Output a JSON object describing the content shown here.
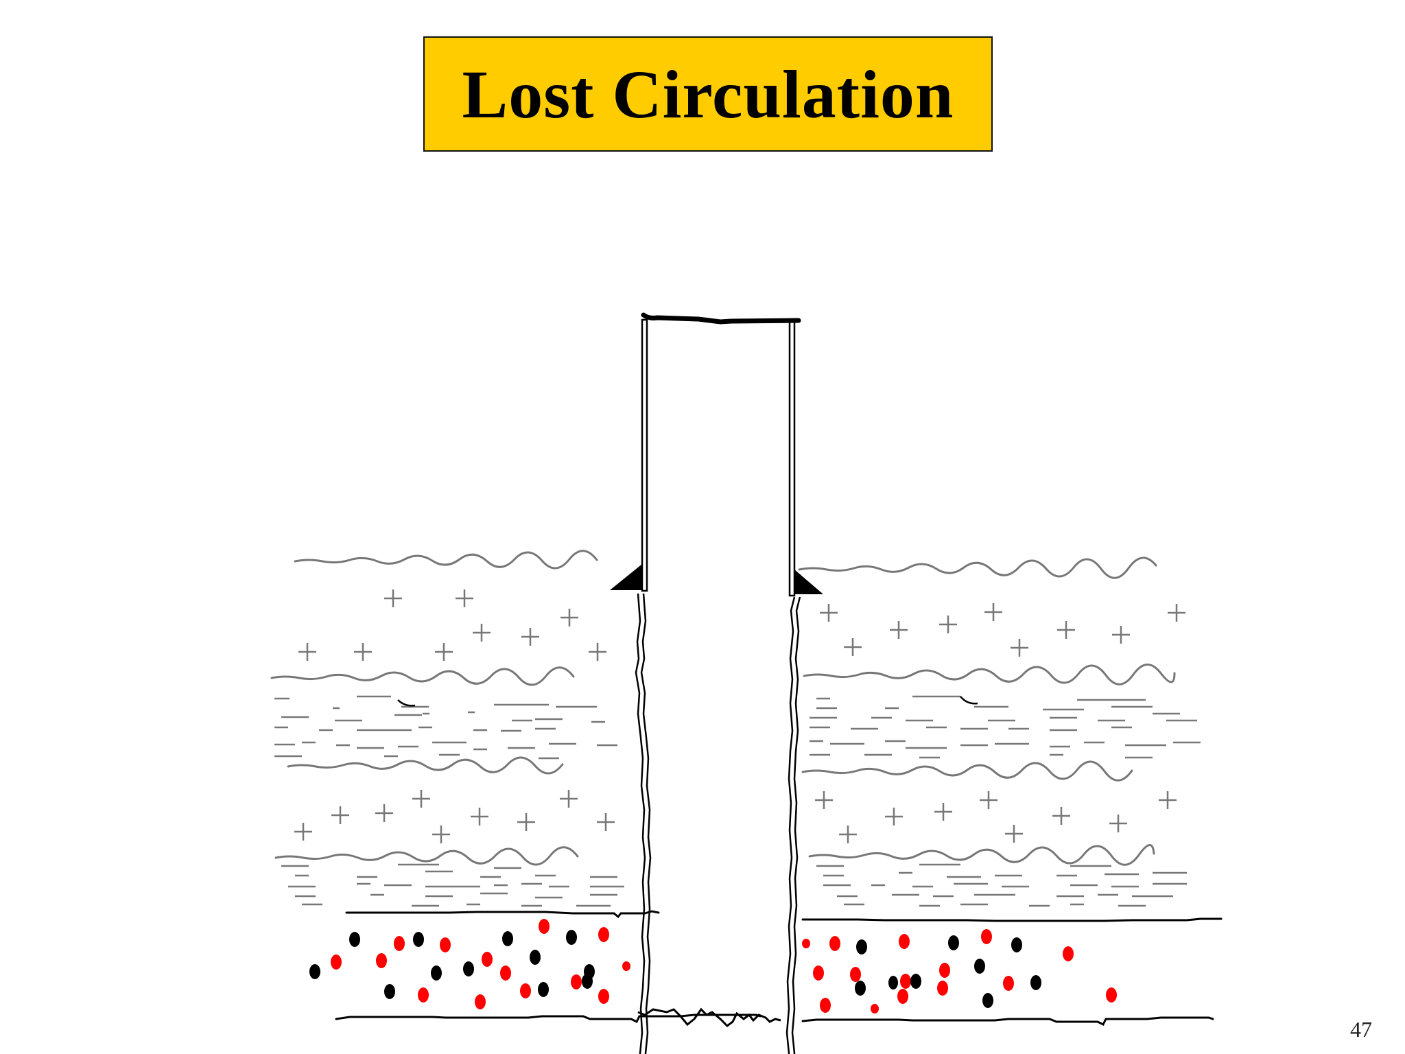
{
  "slide": {
    "title": "Lost Circulation",
    "page_number": "47"
  },
  "colors": {
    "title_fill": "#ffcc00",
    "formation_line": "#777777",
    "casing": "#000000",
    "particle_red": "#ff0000",
    "particle_black": "#000000"
  },
  "diagram": {
    "elements": [
      "casing-string",
      "casing-shoe-left",
      "casing-shoe-right",
      "open-hole-wall-left",
      "open-hole-wall-right",
      "hole-bottom",
      "crystalline-layer-upper",
      "shale-layer-upper",
      "crystalline-layer-lower",
      "shale-layer-lower",
      "permeable-zone"
    ]
  }
}
